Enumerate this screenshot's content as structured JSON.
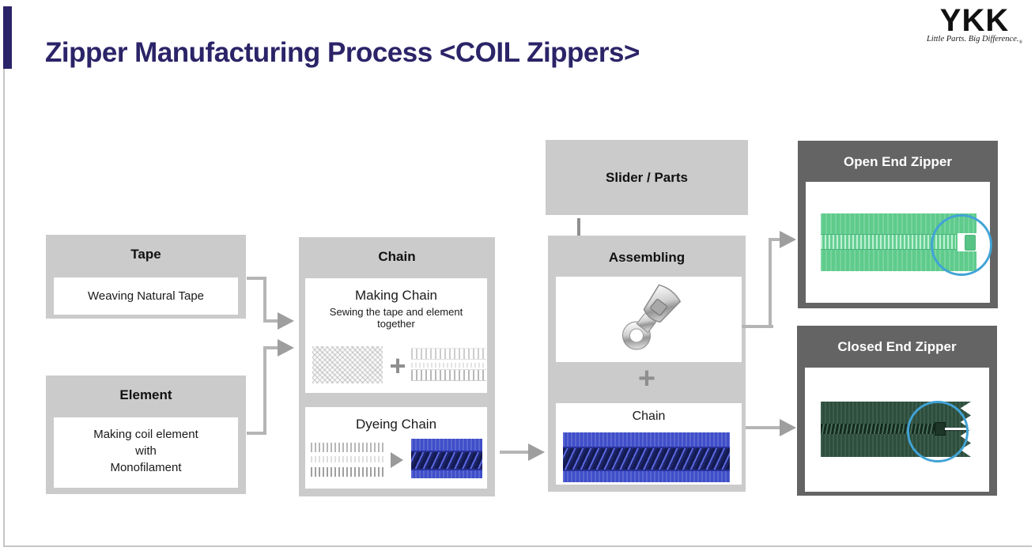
{
  "header": {
    "title": "Zipper Manufacturing Process <COIL Zippers>",
    "logo_text": "YKK",
    "logo_tagline": "Little Parts. Big Difference.",
    "logo_reg": "®"
  },
  "colors": {
    "accent_navy": "#2b2468",
    "box_gray": "#cbcbcb",
    "box_dark_gray": "#646464",
    "arrow_gray": "#a6a6a6",
    "chain_blue": "#3f4ec9",
    "zipper_green": "#5ecb8b",
    "zipper_dark_green": "#2d4e3d",
    "highlight_circle_blue": "#41a3d6"
  },
  "boxes": {
    "tape": {
      "header": "Tape",
      "body": "Weaving Natural Tape"
    },
    "element": {
      "header": "Element",
      "body": "Making coil element\nwith\nMonofilament"
    },
    "chain": {
      "header": "Chain",
      "making_title": "Making Chain",
      "making_subtitle": "Sewing the tape and element together",
      "plus": "+",
      "dyeing_title": "Dyeing Chain"
    },
    "slider_parts": {
      "header": "Slider / Parts"
    },
    "assembling": {
      "header": "Assembling",
      "plus": "+",
      "chain_label": "Chain"
    },
    "open_end": {
      "header": "Open End Zipper"
    },
    "closed_end": {
      "header": "Closed End Zipper"
    }
  },
  "images": {
    "tape_sample": "woven-natural-tape-sample",
    "coil_sample": "coil-element-sample",
    "undyed_chain": "undyed-chain-sample",
    "dyed_chain": "dyed-blue-chain-sample",
    "slider_photo": "metal-zipper-slider",
    "assembled_chain": "blue-zipper-chain",
    "open_end_zipper": "green-open-end-zipper",
    "closed_end_zipper": "dark-green-closed-end-zipper"
  }
}
